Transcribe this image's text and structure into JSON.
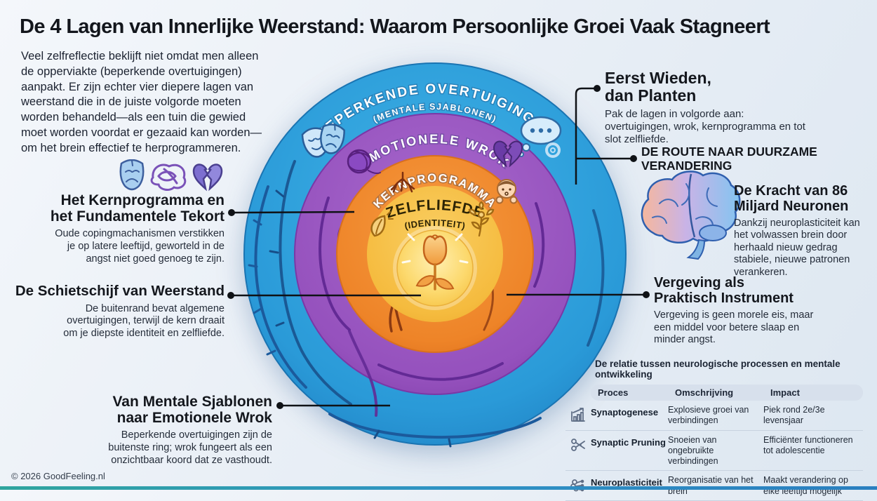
{
  "page": {
    "title": "De 4 Lagen van Innerlijke Weerstand: Waarom Persoonlijke Groei Vaak Stagneert",
    "intro": "Veel zelfreflectie beklijft niet omdat men alleen de opperviakte (beperkende overtuigingen) aanpakt. Er zijn echter vier diepere lagen van weerstand die in de juiste volgorde moeten worden behandeld—als een tuin die gewied moet worden voordat er gezaaid kan worden—om het brein effectief te herprogrammeren.",
    "copyright": "© 2026 GoodFeeling.nl"
  },
  "diagram": {
    "rings": [
      {
        "label": "BEPERKENDE OVERTUIGINGEN",
        "sublabel": "(MENTALE SJABLONEN)",
        "color": "#2aa0dc"
      },
      {
        "label": "EMOTIONELE WROK",
        "color": "#9a58c2"
      },
      {
        "label": "KERNPROGRAMMA",
        "color": "#f08a2e"
      },
      {
        "label": "ZELFLIEFDE",
        "sublabel": "(IDENTITEIT)",
        "color": "#f6bc3f"
      }
    ]
  },
  "callouts": {
    "kernprogramma": {
      "line1": "Het Kernprogramma en",
      "line2": "het Fundamentele Tekort",
      "body": "Oude copingmachanismen verstikken je op latere leeftijd, geworteld in de angst niet goed genoeg te zijn."
    },
    "schietschijf": {
      "line1": "De Schietschijf van Weerstand",
      "body": "De buitenrand bevat algemene overtuigingen, terwijl de kern draait om je diepste identiteit en zelfliefde."
    },
    "sjablonen": {
      "line1": "Van Mentale Sjablonen",
      "line2": "naar Emotionele Wrok",
      "body": "Beperkende overtuigingen zijn de buitenste ring; wrok fungeert als een onzichtbaar koord dat ze vasthoudt."
    },
    "wieden": {
      "line1": "Eerst Wieden,",
      "line2": "dan Planten",
      "body": "Pak de lagen in volgorde aan: overtuigingen, wrok, kernprogramma en tot slot zelfliefde."
    },
    "route": {
      "line1": "DE ROUTE NAAR DUURZAME",
      "line2": "VERANDERING"
    },
    "neuronen": {
      "line1": "De Kracht van 86",
      "line2": "Miljard Neuronen",
      "body": "Dankzij neuroplasticiteit kan het volwassen brein door herhaald nieuw gedrag stabiele, nieuwe patronen verankeren."
    },
    "vergeving": {
      "line1": "Vergeving als",
      "line2": "Praktisch Instrument",
      "body": "Vergeving is geen morele eis, maar een middel voor betere slaap en minder angst."
    }
  },
  "table": {
    "title": "De relatie tussen neurologische processen en mentale ontwikkeling",
    "columns": [
      "Proces",
      "Omschrijving",
      "Impact"
    ],
    "rows": [
      {
        "icon": "growth-chart-icon",
        "proces": "Synaptogenese",
        "omschrijving": "Explosieve groei van verbindingen",
        "impact": "Piek rond 2e/3e levensjaar"
      },
      {
        "icon": "scissors-icon",
        "proces": "Synaptic Pruning",
        "omschrijving": "Snoeien van ongebruikte verbindingen",
        "impact": "Efficiënter functioneren tot adolescentie"
      },
      {
        "icon": "brain-network-icon",
        "proces": "Neuroplasticiteit",
        "omschrijving": "Reorganisatie van het brein",
        "impact": "Maakt verandering op elke leeftijd mogelijk"
      }
    ]
  }
}
